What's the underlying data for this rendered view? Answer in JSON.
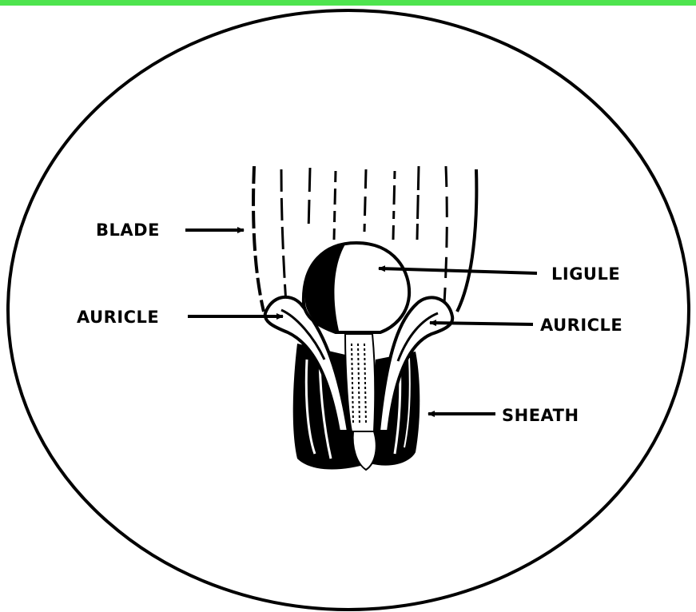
{
  "colors": {
    "top_bar": "#4ee44e",
    "ink": "#000000",
    "background": "#ffffff"
  },
  "labels": {
    "blade": "BLADE",
    "ligule": "LIGULE",
    "auricle_left": "AURICLE",
    "auricle_right": "AURICLE",
    "sheath": "SHEATH"
  }
}
